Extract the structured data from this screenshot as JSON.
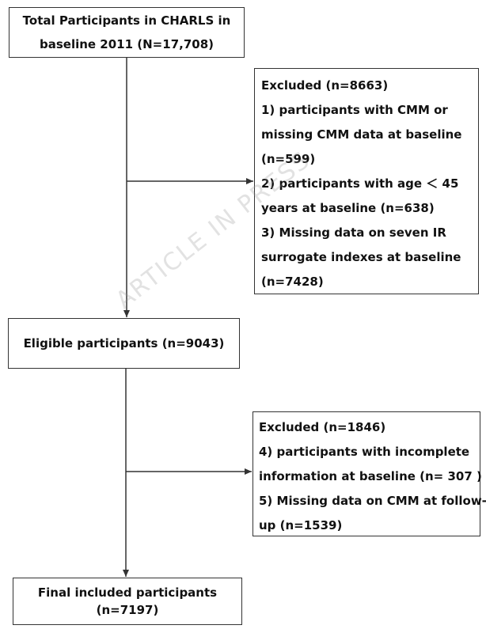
{
  "boxes": {
    "total": {
      "lines": [
        "Total Participants in CHARLS in",
        "baseline 2011 (N=17,708)"
      ]
    },
    "excluded1": {
      "lines": [
        "Excluded (n=8663)",
        "1) participants with CMM or",
        "missing CMM data at baseline",
        "(n=599)",
        "2) participants with age ＜ 45",
        "years at baseline (n=638)",
        "3) Missing data on seven IR",
        "surrogate indexes at baseline",
        "(n=7428)"
      ]
    },
    "eligible": {
      "lines": [
        "Eligible participants (n=9043)"
      ]
    },
    "excluded2": {
      "lines": [
        "Excluded (n=1846)",
        "4) participants with incomplete",
        "information at baseline (n= 307 )",
        "5) Missing data on CMM at follow-",
        "up (n=1539)"
      ]
    },
    "final": {
      "lines": [
        "Final included participants",
        "(n=7197)"
      ]
    }
  },
  "watermark": "ARTICLE IN PRESS"
}
